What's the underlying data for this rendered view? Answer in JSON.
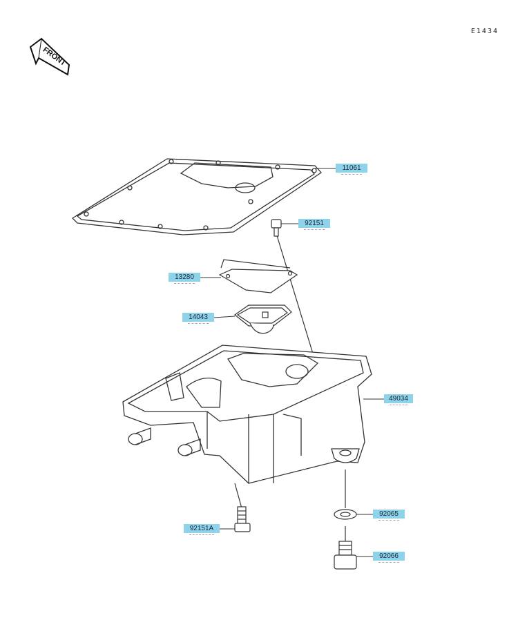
{
  "diagram_code": "E1434",
  "front_label": "FRONT",
  "parts": [
    {
      "id": "11061"
    },
    {
      "id": "92151"
    },
    {
      "id": "13280"
    },
    {
      "id": "14043"
    },
    {
      "id": "49034"
    },
    {
      "id": "92065"
    },
    {
      "id": "92066"
    },
    {
      "id": "92151A"
    }
  ],
  "colors": {
    "callout_bg": "#8fd3ea",
    "line": "#333333",
    "callout_text": "#1a2a3a"
  }
}
